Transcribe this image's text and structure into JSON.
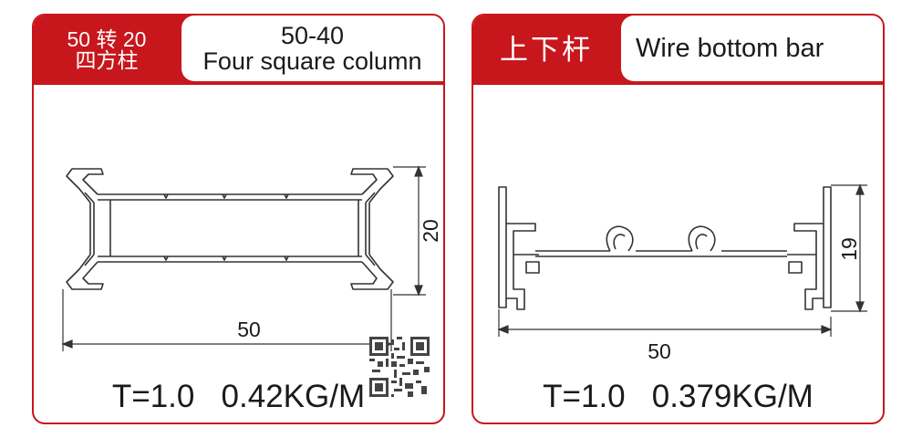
{
  "left": {
    "tag_line1": "50 转 20",
    "tag_line2": "四方柱",
    "code": "50-40",
    "name": "Four square column",
    "dim_width": "50",
    "dim_height": "20",
    "spec": "T=1.0   0.42KG/M"
  },
  "right": {
    "tag": "上下杆",
    "name": "Wire bottom bar",
    "dim_width": "50",
    "dim_height": "19",
    "spec": "T=1.0   0.379KG/M"
  },
  "colors": {
    "accent": "#c8161d",
    "line": "#333333"
  }
}
